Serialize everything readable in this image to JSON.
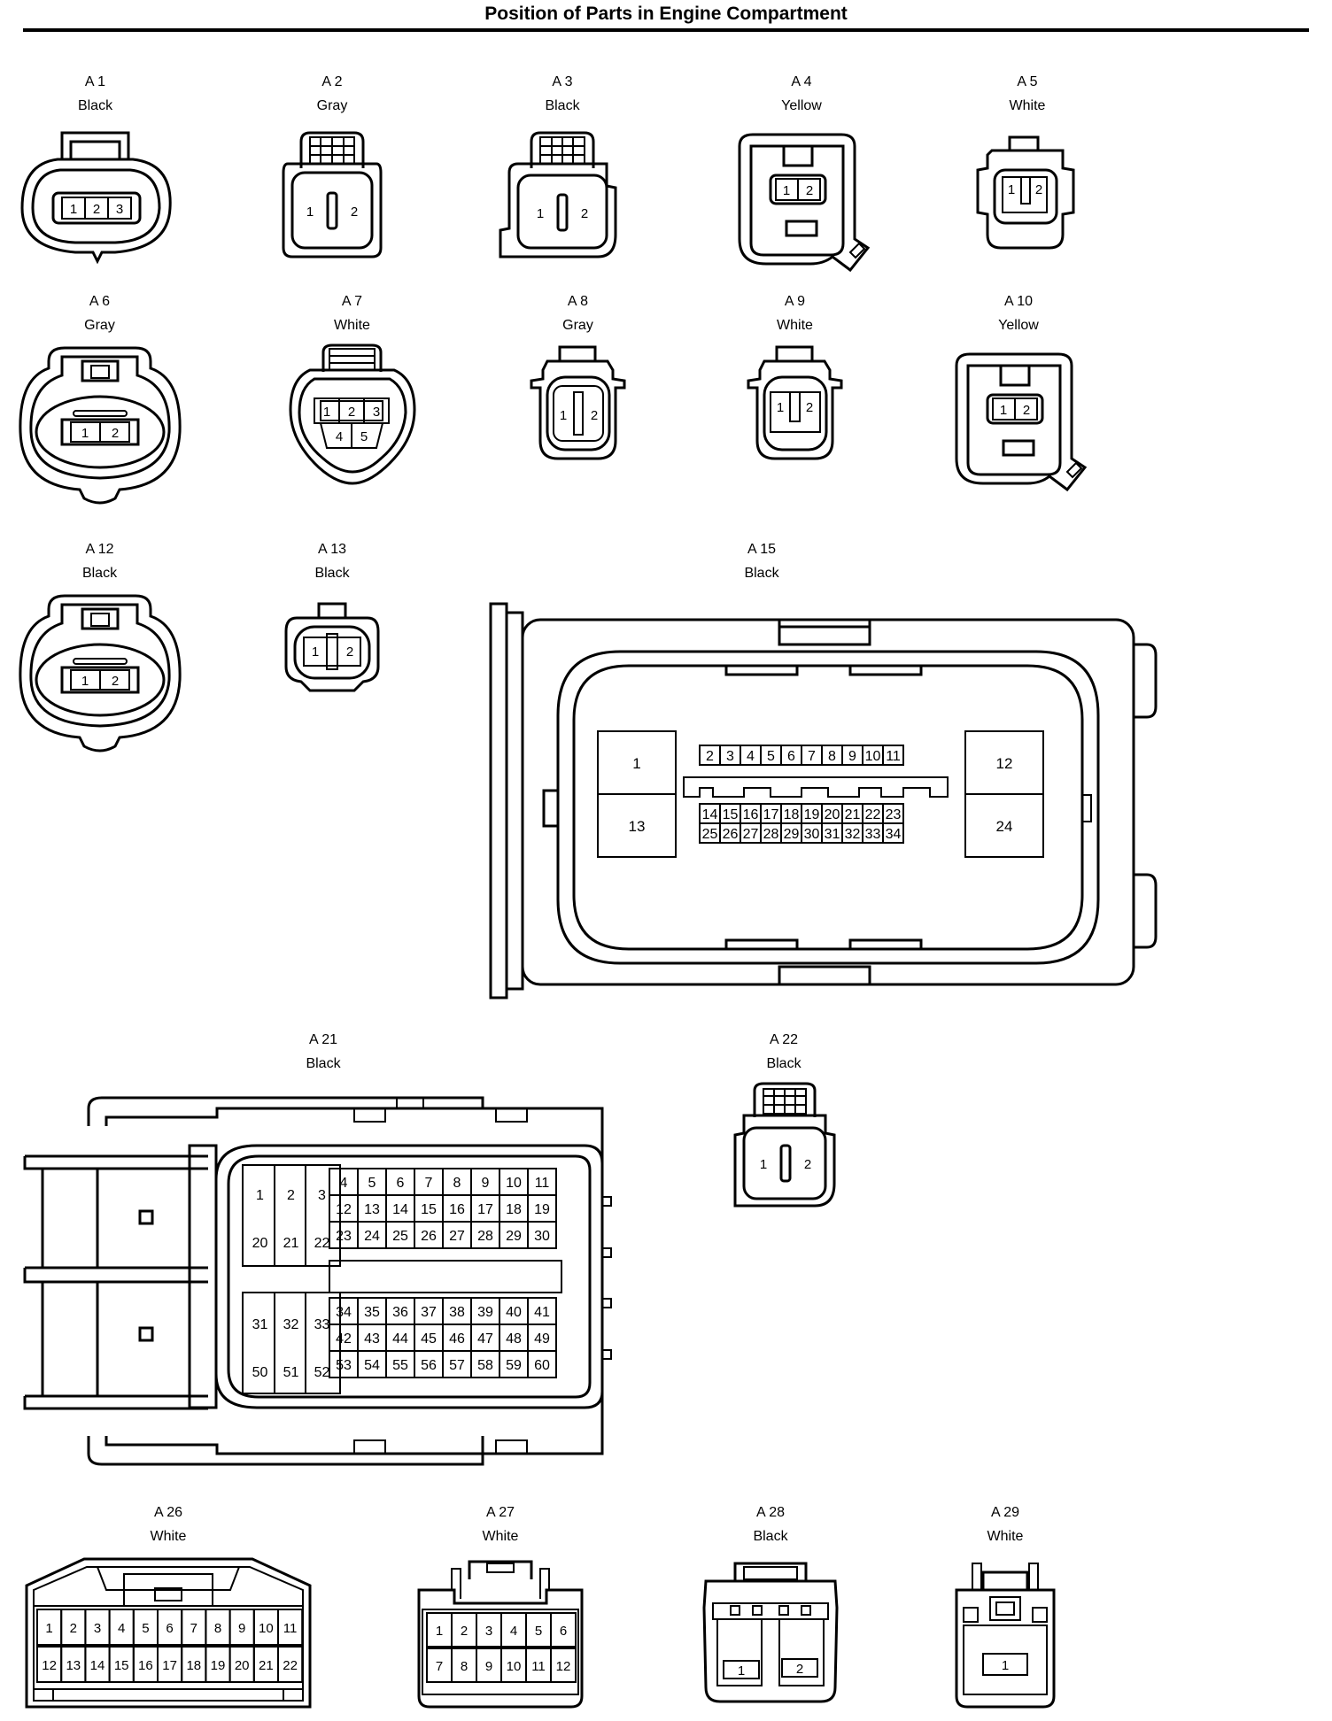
{
  "title": "Position of Parts in Engine Compartment",
  "connectors": {
    "a1": {
      "id": "A 1",
      "color": "Black",
      "pins": [
        "1",
        "2",
        "3"
      ]
    },
    "a2": {
      "id": "A 2",
      "color": "Gray",
      "pins": [
        "1",
        "2"
      ]
    },
    "a3": {
      "id": "A 3",
      "color": "Black",
      "pins": [
        "1",
        "2"
      ]
    },
    "a4": {
      "id": "A 4",
      "color": "Yellow",
      "pins": [
        "1",
        "2"
      ]
    },
    "a5": {
      "id": "A 5",
      "color": "White",
      "pins": [
        "1",
        "2"
      ]
    },
    "a6": {
      "id": "A 6",
      "color": "Gray",
      "pins": [
        "1",
        "2"
      ]
    },
    "a7": {
      "id": "A 7",
      "color": "White",
      "pins": [
        "1",
        "2",
        "3",
        "4",
        "5"
      ]
    },
    "a8": {
      "id": "A 8",
      "color": "Gray",
      "pins": [
        "1",
        "2"
      ]
    },
    "a9": {
      "id": "A 9",
      "color": "White",
      "pins": [
        "1",
        "2"
      ]
    },
    "a10": {
      "id": "A 10",
      "color": "Yellow",
      "pins": [
        "1",
        "2"
      ]
    },
    "a12": {
      "id": "A 12",
      "color": "Black",
      "pins": [
        "1",
        "2"
      ]
    },
    "a13": {
      "id": "A 13",
      "color": "Black",
      "pins": [
        "1",
        "2"
      ]
    },
    "a15": {
      "id": "A 15",
      "color": "Black",
      "big_pins": [
        "1",
        "13",
        "12",
        "24"
      ],
      "top_row": [
        "2",
        "3",
        "4",
        "5",
        "6",
        "7",
        "8",
        "9",
        "10",
        "11"
      ],
      "mid_row": [
        "14",
        "15",
        "16",
        "17",
        "18",
        "19",
        "20",
        "21",
        "22",
        "23"
      ],
      "bot_row": [
        "25",
        "26",
        "27",
        "28",
        "29",
        "30",
        "31",
        "32",
        "33",
        "34"
      ]
    },
    "a21": {
      "id": "A 21",
      "color": "Black",
      "left_blocks": [
        [
          "1",
          "2",
          "3"
        ],
        [
          "20",
          "21",
          "22"
        ],
        [
          "31",
          "32",
          "33"
        ],
        [
          "50",
          "51",
          "52"
        ]
      ],
      "right_rows": [
        [
          "4",
          "5",
          "6",
          "7",
          "8",
          "9",
          "10",
          "11"
        ],
        [
          "12",
          "13",
          "14",
          "15",
          "16",
          "17",
          "18",
          "19"
        ],
        [
          "23",
          "24",
          "25",
          "26",
          "27",
          "28",
          "29",
          "30"
        ],
        [
          "34",
          "35",
          "36",
          "37",
          "38",
          "39",
          "40",
          "41"
        ],
        [
          "42",
          "43",
          "44",
          "45",
          "46",
          "47",
          "48",
          "49"
        ],
        [
          "53",
          "54",
          "55",
          "56",
          "57",
          "58",
          "59",
          "60"
        ]
      ]
    },
    "a22": {
      "id": "A 22",
      "color": "Black",
      "pins": [
        "1",
        "2"
      ]
    },
    "a26": {
      "id": "A 26",
      "color": "White",
      "rows": [
        [
          "1",
          "2",
          "3",
          "4",
          "5",
          "6",
          "7",
          "8",
          "9",
          "10",
          "11"
        ],
        [
          "12",
          "13",
          "14",
          "15",
          "16",
          "17",
          "18",
          "19",
          "20",
          "21",
          "22"
        ]
      ]
    },
    "a27": {
      "id": "A 27",
      "color": "White",
      "rows": [
        [
          "1",
          "2",
          "3",
          "4",
          "5",
          "6"
        ],
        [
          "7",
          "8",
          "9",
          "10",
          "11",
          "12"
        ]
      ]
    },
    "a28": {
      "id": "A 28",
      "color": "Black",
      "pins": [
        "1",
        "2"
      ]
    },
    "a29": {
      "id": "A 29",
      "color": "White",
      "pins": [
        "1"
      ]
    }
  }
}
